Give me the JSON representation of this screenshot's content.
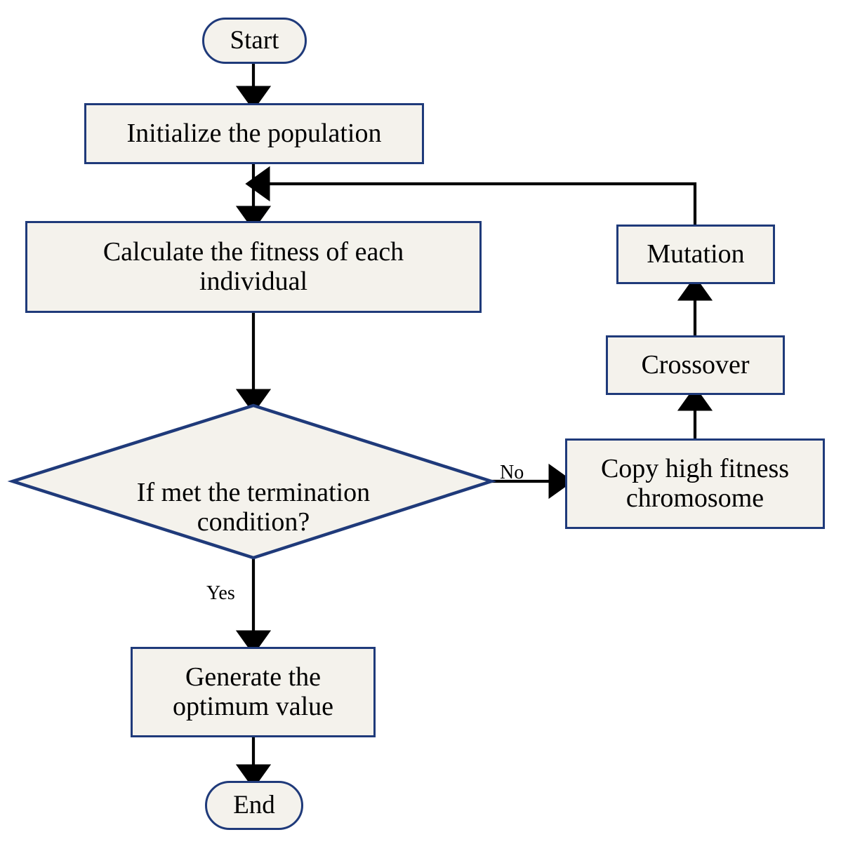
{
  "diagram": {
    "type": "flowchart",
    "title": "Genetic Algorithm Flowchart",
    "colors": {
      "node_border": "#1f3a7a",
      "node_fill": "#f4f2ec",
      "connector": "#000000",
      "text": "#000000",
      "background": "#ffffff"
    },
    "nodes": {
      "start": {
        "label": "Start",
        "shape": "terminator"
      },
      "initialize": {
        "label": "Initialize the population",
        "shape": "process"
      },
      "calculate": {
        "label": "Calculate the fitness of each\nindividual",
        "shape": "process"
      },
      "decision": {
        "label": "If met the termination\ncondition?",
        "shape": "decision"
      },
      "copy": {
        "label": "Copy high fitness\nchromosome",
        "shape": "process"
      },
      "crossover": {
        "label": "Crossover",
        "shape": "process"
      },
      "mutation": {
        "label": "Mutation",
        "shape": "process"
      },
      "generate": {
        "label": "Generate  the\noptimum value",
        "shape": "process"
      },
      "end": {
        "label": "End",
        "shape": "terminator"
      }
    },
    "edge_labels": {
      "no": "No",
      "yes": "Yes"
    },
    "edges": [
      {
        "from": "start",
        "to": "initialize",
        "label": ""
      },
      {
        "from": "initialize",
        "to": "calculate",
        "label": ""
      },
      {
        "from": "calculate",
        "to": "decision",
        "label": ""
      },
      {
        "from": "decision",
        "to": "copy",
        "label": "No"
      },
      {
        "from": "copy",
        "to": "crossover",
        "label": ""
      },
      {
        "from": "crossover",
        "to": "mutation",
        "label": ""
      },
      {
        "from": "mutation",
        "to": "calculate",
        "label": ""
      },
      {
        "from": "decision",
        "to": "generate",
        "label": "Yes"
      },
      {
        "from": "generate",
        "to": "end",
        "label": ""
      }
    ]
  }
}
